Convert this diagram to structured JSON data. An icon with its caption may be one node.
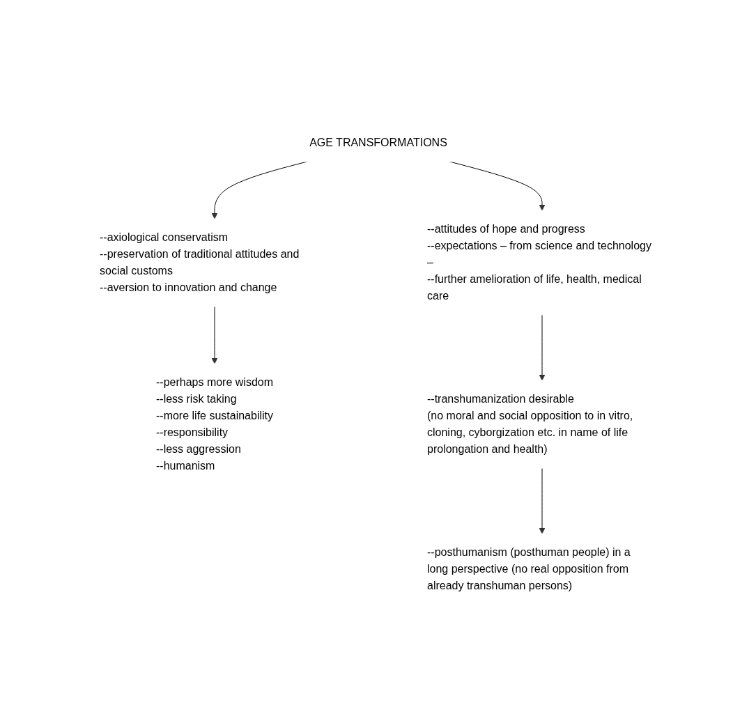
{
  "diagram": {
    "nodes": [
      {
        "text": [
          "AGE TRANSFORMATIONS"
        ]
      },
      {
        "text": [
          "--axiological conservatism",
          "--preservation of traditional attitudes and social customs",
          "--aversion to innovation and change"
        ]
      },
      {
        "text": [
          "--attitudes of hope and progress",
          "--expectations – from science and technology –",
          "--further amelioration of life, health, medical care"
        ]
      },
      {
        "text": [
          "--perhaps more wisdom",
          "--less risk taking",
          "--more life sustainability",
          "--responsibility",
          "--less aggression",
          "--humanism"
        ]
      },
      {
        "text": [
          "--transhumanization desirable",
          "(no moral and social opposition to in vitro, cloning, cyborgization etc. in name of life prolongation and health)"
        ]
      },
      {
        "text": [
          "--posthumanism (posthuman people) in a long perspective (no real opposition from already transhuman persons)"
        ]
      }
    ],
    "edges": [
      {
        "from": 0,
        "to": 1,
        "arrow": "to"
      },
      {
        "from": 0,
        "to": 2,
        "arrow": "to"
      },
      {
        "from": 1,
        "to": 3,
        "arrow": "to"
      },
      {
        "from": 2,
        "to": 4,
        "arrow": "to"
      },
      {
        "from": 4,
        "to": 5,
        "arrow": "to"
      }
    ]
  }
}
